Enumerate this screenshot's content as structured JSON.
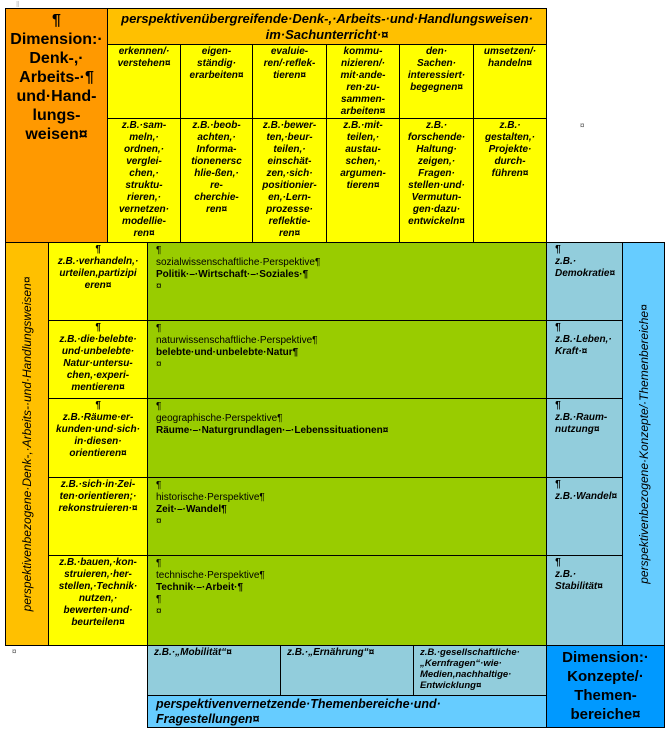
{
  "top": {
    "dimension": "¶\nDimension:·\nDenk-,·\nArbeits-·¶\nund·Hand-\nlungs-\nweisen¤",
    "header": "perspektivenübergreifende·Denk-,·Arbeits-·und·Handlungsweisen·\nim·Sachunterricht·¤",
    "columns": [
      {
        "title": "erkennen/·\nverstehen¤",
        "example": "z.B.·sam-\nmeln,·\nordnen,·\nverglei-\nchen,·\nstruktu-\nrieren,·\nvernetzen·\nmodellie-\nren¤"
      },
      {
        "title": "eigen-\nständig·\nerarbeiten¤",
        "example": "z.B.·beob-\nachten,·\nInforma-\ntionenersc\nhlie-ßen,·\nre-\ncherchie-\nren¤"
      },
      {
        "title": "evaluie-\nren/·reflek-\ntieren¤",
        "example": "z.B.·bewer-\nten,·beur-\nteilen,·\neinschät-\nzen,·sich·\npositionier-\nen,·Lern-\nprozesse·\nreflektie-\nren¤"
      },
      {
        "title": "kommu-\nnizieren/·\nmit·ande-\nren·zu-\nsammen-\narbeiten¤",
        "example": "z.B.·mit-\nteilen,·\naustau-\nschen,·\nargumen-\ntieren¤"
      },
      {
        "title": "den·\nSachen·\ninteressiert·\nbegegnen¤",
        "example": "z.B.·\nforschende·\nHaltung·\nzeigen,·\nFragen·\nstellen·und·\nVermutun-\ngen·dazu·\nentwickeln¤"
      },
      {
        "title": "umsetzen/·\nhandeln¤",
        "example": "z.B.·\ngestalten,·\nProjekte·\ndurch-\nführen¤"
      }
    ],
    "end_mark": "¤"
  },
  "middle": {
    "left_vertical": "perspektivenbezogene·Denk-,·Arbeits-·und·Handlungsweisen¤",
    "right_vertical": "perspektivenbezogene·Konzepte/·Themenbereiche¤",
    "rows": [
      {
        "skill": "¶\nz.B.·verhandeln,·\nurteilen,partizipi\neren¤",
        "perspective": "¶\nsozialwissenschaftliche·Perspektive¶",
        "topic": "Politik·–·Wirtschaft·–·Soziales·¶",
        "tail": "¤",
        "concept": "¶\nz.B.·\nDemokratie¤"
      },
      {
        "skill": "¶\nz.B.·die·belebte·\nund·unbelebte·\nNatur·untersu-\nchen,·experi-\nmentieren¤",
        "perspective": "¶\nnaturwissenschaftliche·Perspektive¶",
        "topic": "belebte·und·unbelebte·Natur¶",
        "tail": "¤",
        "concept": "¶\nz.B.·Leben,·\nKraft·¤"
      },
      {
        "skill": "¶\nz.B.·Räume·er-\nkunden·und·sich·\nin·diesen·\norientieren¤",
        "perspective": "¶\ngeographische·Perspektive¶",
        "topic": "Räume·–·Naturgrundlagen·–·Lebenssituationen¤",
        "tail": "",
        "concept": "¶\nz.B.·Raum-\nnutzung¤"
      },
      {
        "skill": "z.B.·sich·in·Zei-\nten·orientieren;·\nrekonstruieren·¤",
        "perspective": "¶\nhistorische·Perspektive¶",
        "topic": "Zeit·–·Wandel¶",
        "tail": "¤",
        "concept": "¶\nz.B.·Wandel¤"
      },
      {
        "skill": "z.B.·bauen,·kon-\nstruieren,·her-\nstellen,·Technik·\nnutzen,·\nbewerten·und·\nbeurteilen¤",
        "perspective": "¶\ntechnische·Perspektive¶",
        "topic": "Technik·–·Arbeit·¶",
        "tail": "¶\n¤",
        "concept": "¶\nz.B.·\nStabilität¤"
      }
    ]
  },
  "bottom": {
    "start_mark": "¤",
    "examples": [
      "z.B.·„Mobilität“¤",
      "z.B.·„Ernährung“¤",
      "z.B.·gesellschaftliche·\n„Kernfragen“·wie·\nMedien,nachhaltige·\nEntwicklung¤"
    ],
    "label": "perspektivenvernetzende·Themenbereiche·und·\nFragestellungen¤",
    "dimension": "Dimension:·\nKonzepte/·\nThemen-\nbereiche¤"
  }
}
